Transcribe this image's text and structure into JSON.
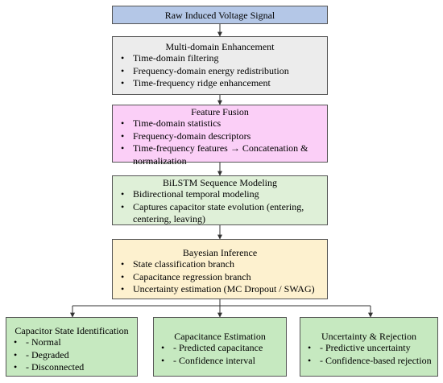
{
  "colors": {
    "raw": "#b4c7e7",
    "enhance": "#ececec",
    "fusion": "#fbcff7",
    "bilstm": "#dff0d8",
    "bayes": "#fdf1cf",
    "outputs": "#c6e9c0",
    "stroke": "#555555"
  },
  "bullet_glyph": "•",
  "nodes": {
    "raw": {
      "title": "Raw Induced Voltage Signal"
    },
    "enhance": {
      "title": "Multi-domain Enhancement",
      "items": [
        "Time-domain filtering",
        "Frequency-domain energy redistribution",
        "Time-frequency ridge enhancement"
      ]
    },
    "fusion": {
      "title": "Feature Fusion",
      "items": [
        "Time-domain statistics",
        "Frequency-domain descriptors",
        "Time-frequency features → Concatenation &",
        "normalization"
      ]
    },
    "bilstm": {
      "title": "BiLSTM Sequence Modeling",
      "items": [
        "Bidirectional temporal modeling",
        "Captures capacitor state evolution (entering,",
        "centering, leaving)"
      ]
    },
    "bayes": {
      "title": "Bayesian Inference",
      "items": [
        "State classification branch",
        "Capacitance regression branch",
        "Uncertainty estimation (MC Dropout / SWAG)"
      ]
    },
    "state": {
      "title": "Capacitor State Identification",
      "items": [
        "- Normal",
        "- Degraded",
        "- Disconnected"
      ]
    },
    "capest": {
      "title": "Capacitance Estimation",
      "items": [
        "- Predicted capacitance",
        "- Confidence interval"
      ]
    },
    "uncert": {
      "title": "Uncertainty & Rejection",
      "items": [
        "- Predictive uncertainty",
        "- Confidence-based rejection"
      ]
    }
  }
}
